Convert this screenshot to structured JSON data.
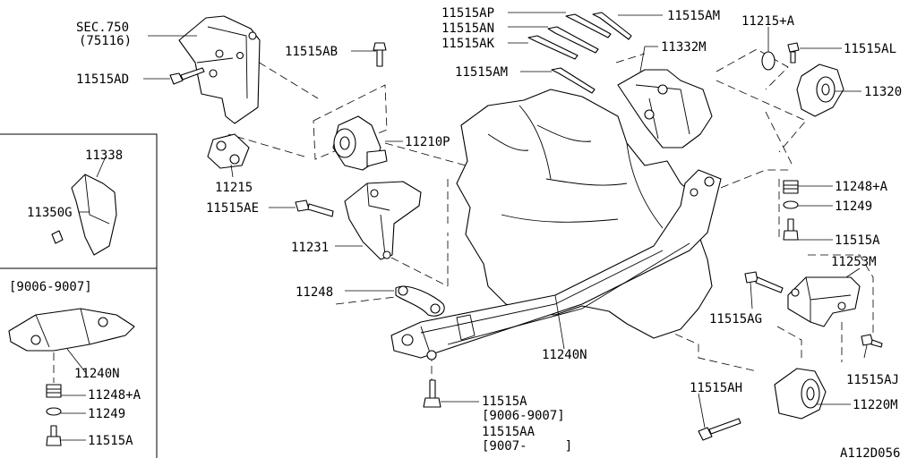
{
  "diagram_id": "A112D056",
  "labels": {
    "sec750": "SEC.750",
    "sec750_ref": "(75116)",
    "p11515AD": "11515AD",
    "p11215": "11215",
    "p11515AE": "11515AE",
    "p11231": "11231",
    "p11248": "11248",
    "p11515AB": "11515AB",
    "p11210P": "11210P",
    "p11515AP": "11515AP",
    "p11515AN": "11515AN",
    "p11515AK": "11515AK",
    "p11515AM_top": "11515AM",
    "p11515AM": "11515AM",
    "p11332M": "11332M",
    "p11215A": "11215+A",
    "p11515AL": "11515AL",
    "p11320": "11320",
    "p11248A_r": "11248+A",
    "p11249_r": "11249",
    "p11515A_r": "11515A",
    "p11253M": "11253M",
    "p11515AG": "11515AG",
    "p11515AJ": "11515AJ",
    "p11515AH": "11515AH",
    "p11220M": "11220M",
    "p11240N": "11240N",
    "p11515A_b": "11515A",
    "date1": "[9006-9007]",
    "p11515AA": "11515AA",
    "date2": "[9007-     ]"
  },
  "inset_top": {
    "p11338": "11338",
    "p11350G": "11350G"
  },
  "inset_bottom": {
    "date": "[9006-9007]",
    "p11240N": "11240N",
    "p11248A": "11248+A",
    "p11249": "11249",
    "p11515A": "11515A"
  }
}
